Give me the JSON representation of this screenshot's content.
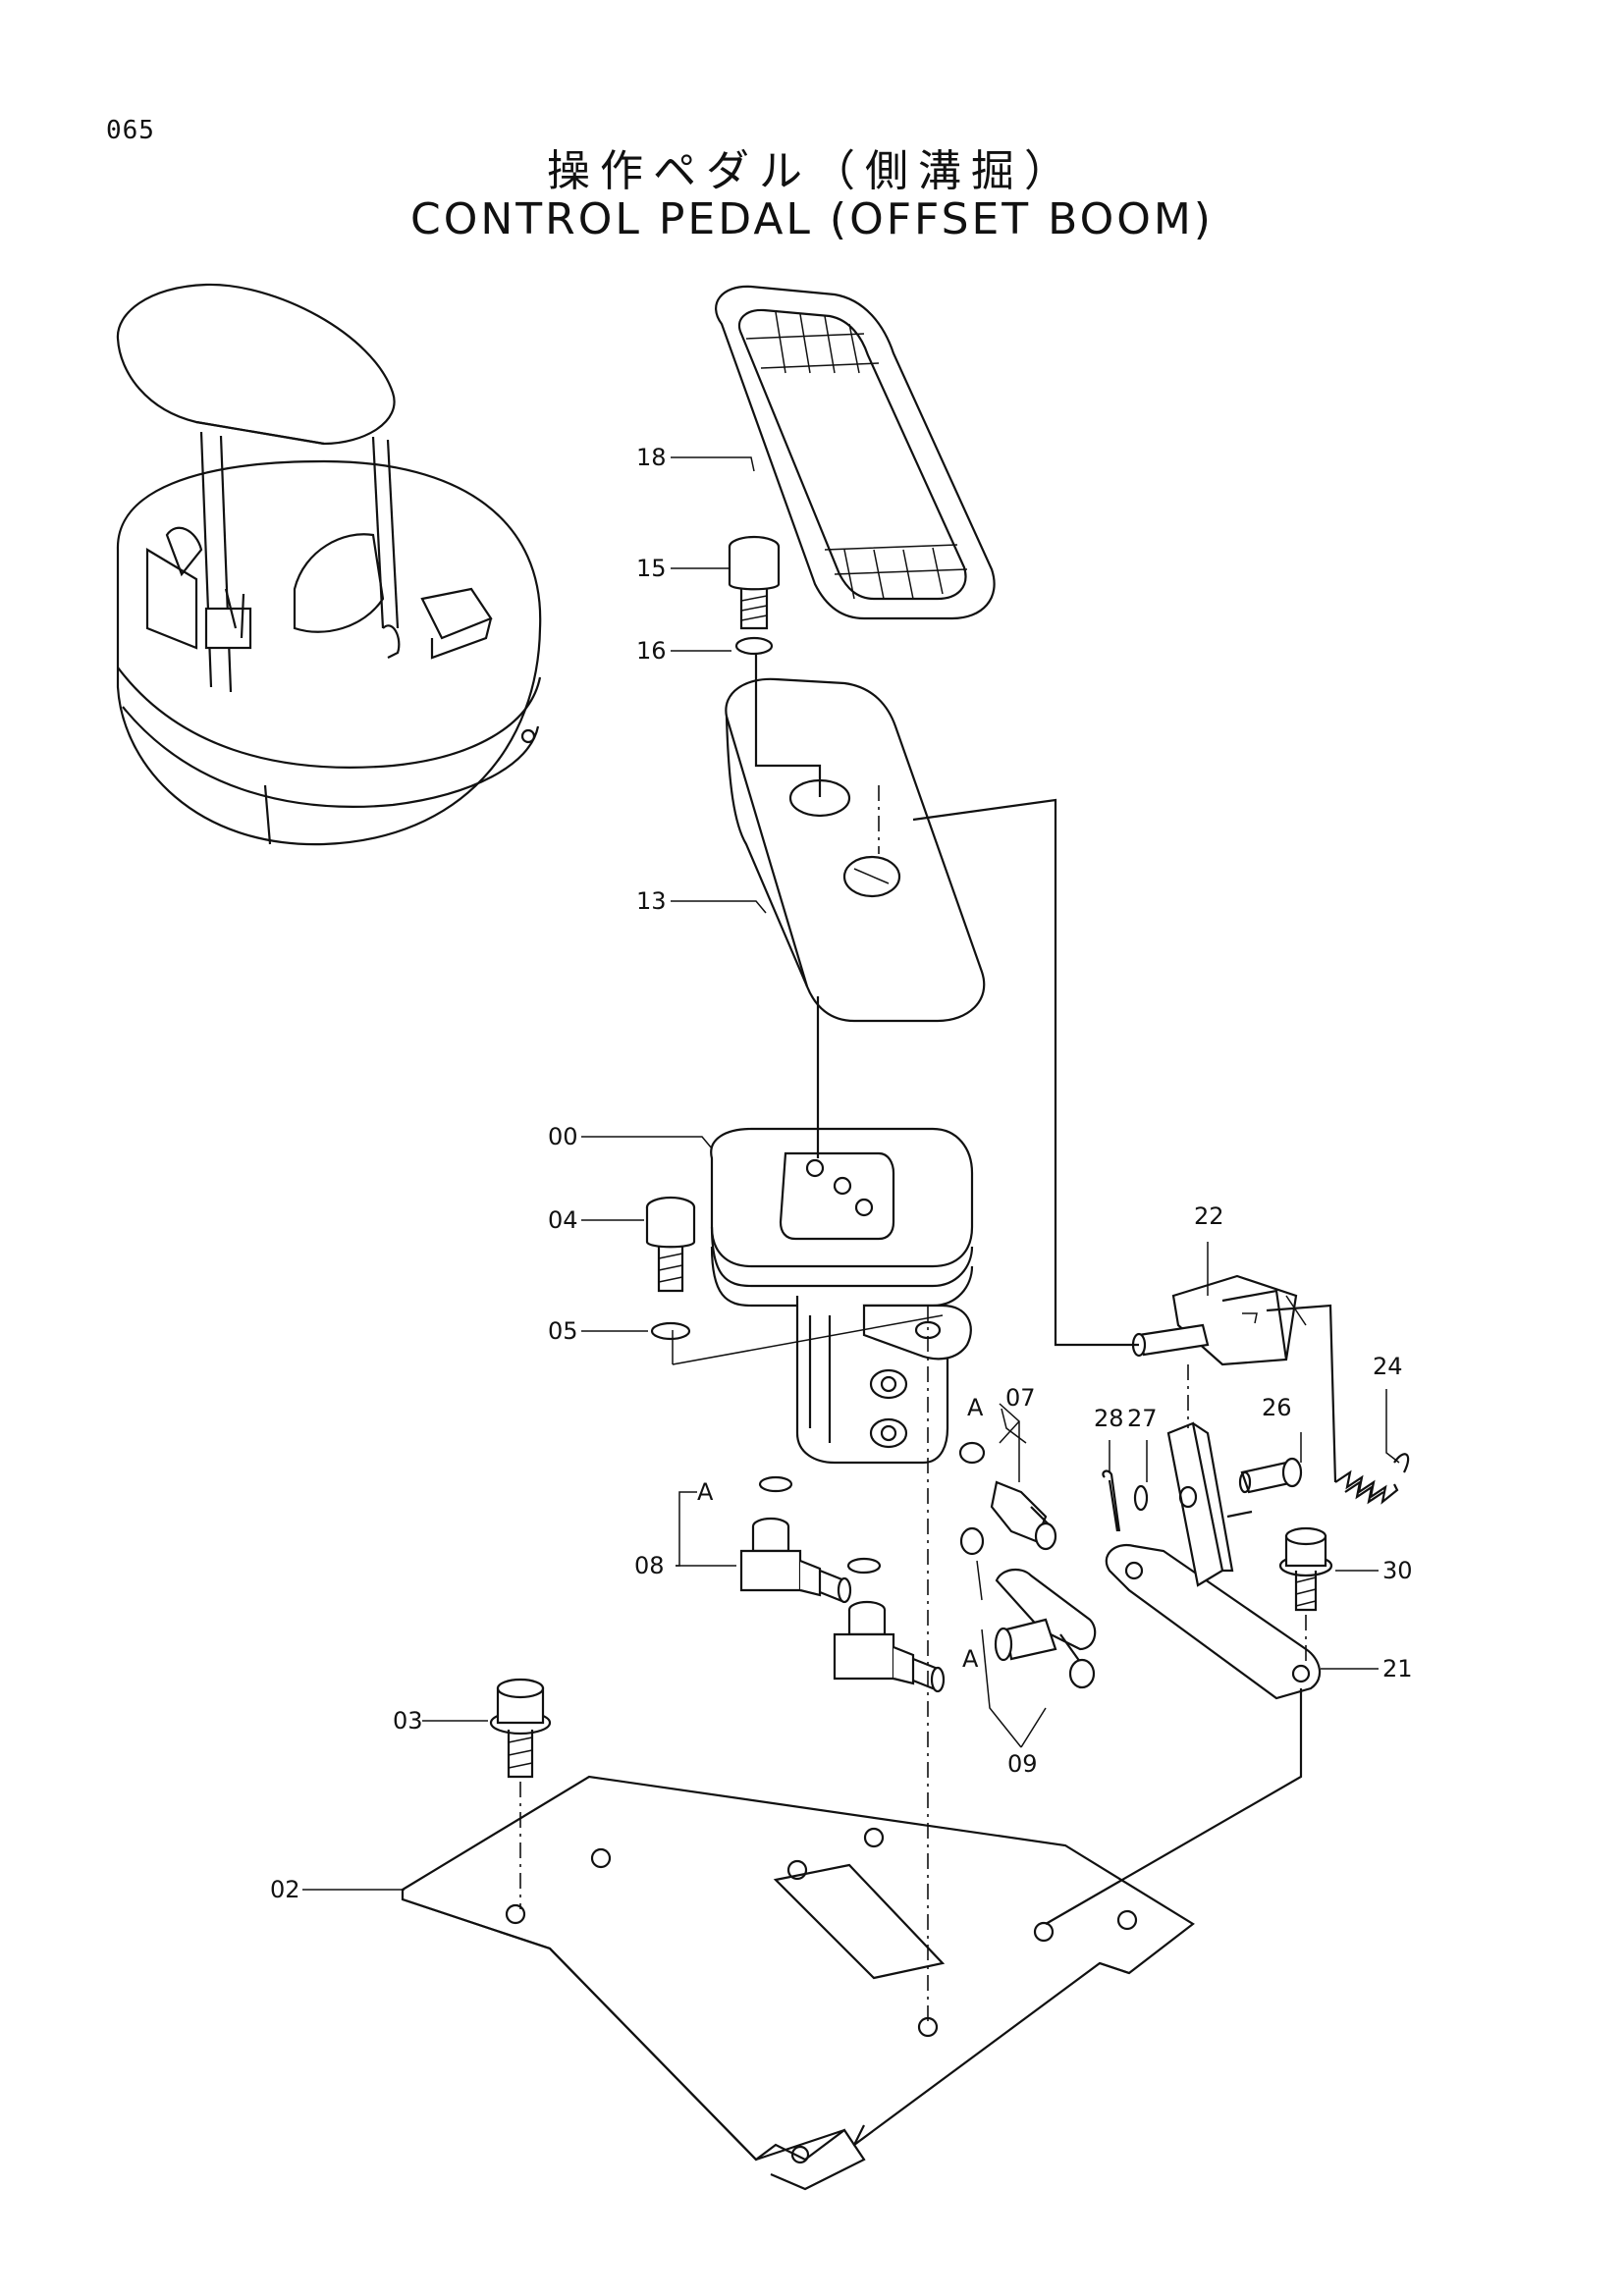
{
  "page_number": "065",
  "title_jp": "操作ペダル（側溝掘）",
  "title_en": "CONTROL PEDAL (OFFSET BOOM)",
  "view_marker": "A",
  "callouts": [
    {
      "id": "18",
      "part": "pedal-pad"
    },
    {
      "id": "15",
      "part": "socket-bolt"
    },
    {
      "id": "16",
      "part": "washer"
    },
    {
      "id": "13",
      "part": "pedal-arm"
    },
    {
      "id": "00",
      "part": "pilot-valve"
    },
    {
      "id": "04",
      "part": "socket-bolt"
    },
    {
      "id": "05",
      "part": "washer"
    },
    {
      "id": "07",
      "part": "adapter"
    },
    {
      "id": "08",
      "part": "elbow"
    },
    {
      "id": "09",
      "part": "tee"
    },
    {
      "id": "03",
      "part": "flange-bolt"
    },
    {
      "id": "02",
      "part": "base-plate"
    },
    {
      "id": "22",
      "part": "lock-lever"
    },
    {
      "id": "24",
      "part": "spring"
    },
    {
      "id": "26",
      "part": "pin"
    },
    {
      "id": "27",
      "part": "washer"
    },
    {
      "id": "28",
      "part": "cotter-pin"
    },
    {
      "id": "30",
      "part": "flange-bolt"
    },
    {
      "id": "21",
      "part": "bracket"
    }
  ]
}
